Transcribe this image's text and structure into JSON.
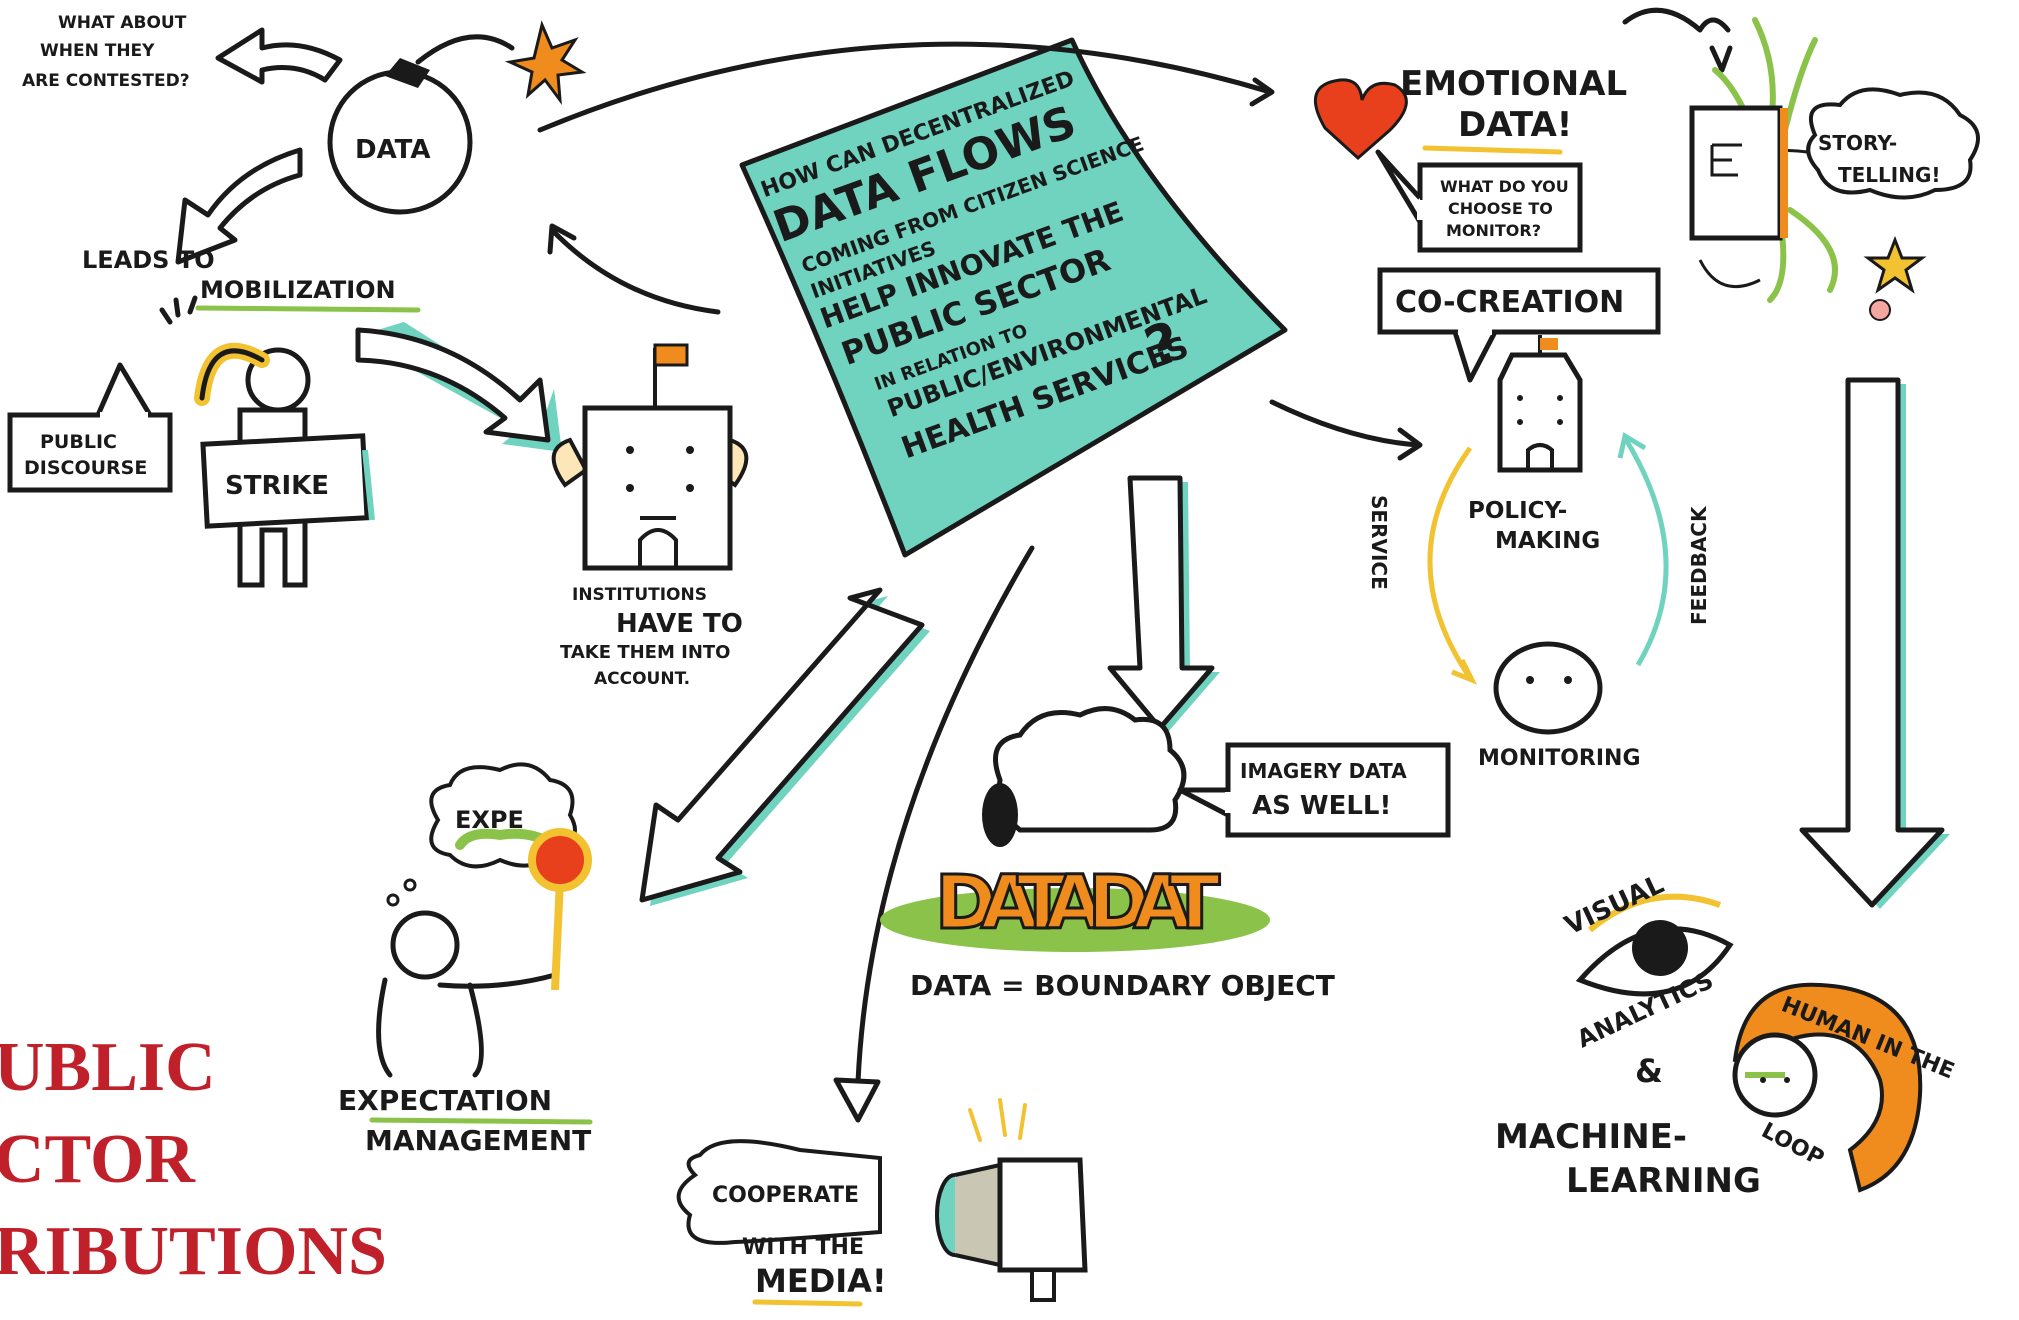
{
  "central_question": {
    "line1": "HOW CAN DECENTRALIZED",
    "line2": "DATA FLOWS",
    "line3": "COMING FROM CITIZEN SCIENCE",
    "line4": "INITIATIVES",
    "line5": "HELP INNOVATE THE",
    "line6": "PUBLIC SECTOR",
    "line7": "IN RELATION TO",
    "line8": "PUBLIC/ENVIRONMENTAL",
    "line9": "HEALTH SERVICES",
    "qmark": "?"
  },
  "left_cluster": {
    "what_about_1": "WHAT ABOUT",
    "what_about_2": "WHEN THEY",
    "what_about_3": "ARE CONTESTED?",
    "bomb_label": "DATA",
    "leads_to": "LEADS TO",
    "mobilization": "MOBILIZATION",
    "public_discourse_1": "PUBLIC",
    "public_discourse_2": "DISCOURSE",
    "strike": "STRIKE",
    "institutions_1": "INSTITUTIONS",
    "institutions_2": "HAVE TO",
    "institutions_3": "TAKE THEM INTO",
    "institutions_4": "ACCOUNT."
  },
  "right_cluster": {
    "emotional_1": "EMOTIONAL",
    "emotional_2": "DATA!",
    "monitor_q_1": "WHAT DO YOU",
    "monitor_q_2": "CHOOSE TO",
    "monitor_q_3": "MONITOR?",
    "storytelling_1": "STORY-",
    "storytelling_2": "TELLING!",
    "cocreation": "CO-CREATION",
    "policy_1": "POLICY-",
    "policy_2": "MAKING",
    "service": "SERVICE",
    "feedback": "FEEDBACK",
    "monitoring": "MONITORING"
  },
  "bottom": {
    "expectation_cloud": "EXPE",
    "expectation_1": "EXPECTATION",
    "expectation_2": "MANAGEMENT",
    "imagery_1": "IMAGERY DATA",
    "imagery_2": "AS WELL!",
    "datadat": "DATADAT",
    "boundary": "DATA = BOUNDARY OBJECT",
    "cooperate": "COOPERATE",
    "with_the": "WITH THE",
    "media": "MEDIA!",
    "visual": "VISUAL",
    "analytics": "ANALYTICS",
    "ampersand": "&",
    "machine_1": "MACHINE-",
    "machine_2": "LEARNING",
    "human": "HUMAN IN THE",
    "loop": "LOOP"
  },
  "side_title": {
    "line1": "UBLIC",
    "line2": "CTOR",
    "line3": "RIBUTIONS"
  },
  "colors": {
    "teal": "#6fd3c0",
    "red": "#c0202a",
    "orange": "#f08c1e",
    "yellow": "#f2c230",
    "green": "#8bc34a",
    "heart": "#e8401c"
  }
}
